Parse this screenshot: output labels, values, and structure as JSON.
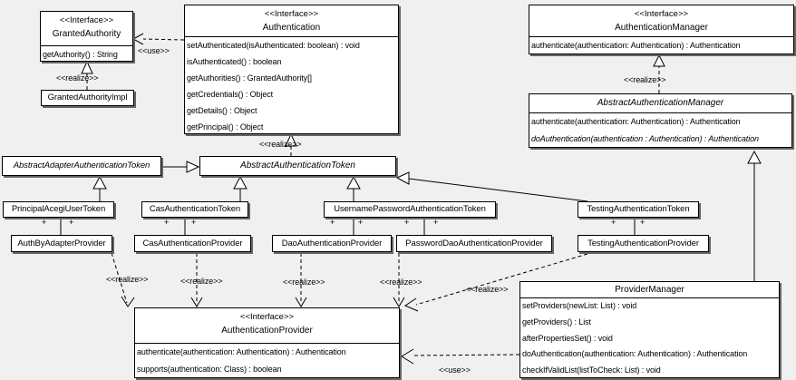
{
  "colors": {
    "background": "#f0f0f0",
    "box_fill": "#ffffff",
    "line": "#000000",
    "shadow": "#666666"
  },
  "edge_labels": {
    "use": "<<use>>",
    "realize": "<<realize>>"
  },
  "adornments": {
    "plus": "+"
  },
  "classes": {
    "granted_authority": {
      "stereotype": "<<Interface>>",
      "name": "GrantedAuthority",
      "methods": [
        "getAuthority() : String"
      ]
    },
    "granted_authority_impl": {
      "name": "GrantedAuthorityImpl"
    },
    "authentication": {
      "stereotype": "<<Interface>>",
      "name": "Authentication",
      "methods": [
        "setAuthenticated(isAuthenticated: boolean) : void",
        "isAuthenticated() : boolean",
        "getAuthorities() : GrantedAuthority[]",
        "getCredentials() : Object",
        "getDetails() : Object",
        "getPrincipal() : Object"
      ]
    },
    "authentication_manager": {
      "stereotype": "<<Interface>>",
      "name": "AuthenticationManager",
      "methods": [
        "authenticate(authentication: Authentication) : Authentication"
      ]
    },
    "abstract_authentication_manager": {
      "name": "AbstractAuthenticationManager",
      "methods": [
        "authenticate(authentication: Authentication) : Authentication",
        "doAuthentication(authentication : Authentication) : Authentication"
      ]
    },
    "abstract_adapter_authentication_token": {
      "name": "AbstractAdapterAuthenticationToken"
    },
    "abstract_authentication_token": {
      "name": "AbstractAuthenticationToken"
    },
    "principal_acegi_user_token": {
      "name": "PrincipalAcegiUserToken"
    },
    "cas_authentication_token": {
      "name": "CasAuthenticationToken"
    },
    "username_password_authentication_token": {
      "name": "UsernamePasswordAuthenticationToken"
    },
    "testing_authentication_token": {
      "name": "TestingAuthenticationToken"
    },
    "auth_by_adapter_provider": {
      "name": "AuthByAdapterProvider"
    },
    "cas_authentication_provider": {
      "name": "CasAuthenticationProvider"
    },
    "dao_authentication_provider": {
      "name": "DaoAuthenticationProvider"
    },
    "password_dao_authentication_provider": {
      "name": "PasswordDaoAuthenticationProvider"
    },
    "testing_authentication_provider": {
      "name": "TestingAuthenticationProvider"
    },
    "authentication_provider": {
      "stereotype": "<<Interface>>",
      "name": "AuthenticationProvider",
      "methods": [
        "authenticate(authentication: Authentication) : Authentication",
        "supports(authentication: Class) : boolean"
      ]
    },
    "provider_manager": {
      "name": "ProviderManager",
      "methods": [
        "setProviders(newList: List) : void",
        "getProviders() : List",
        "afterPropertiesSet() : void",
        "doAuthentication(authentication: Authentication) : Authentication",
        "checkIfValidList(listToCheck: List) : void"
      ]
    }
  }
}
